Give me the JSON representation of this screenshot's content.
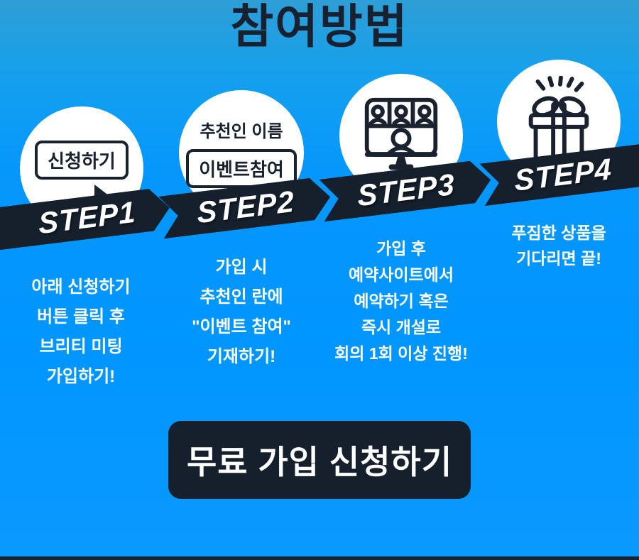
{
  "page": {
    "title": "참여방법"
  },
  "colors": {
    "bg_top": "#2E9ED6",
    "bg": "#0096FF",
    "dark": "#16202D",
    "white": "#FFFFFF"
  },
  "steps": [
    {
      "label": "STEP1",
      "badge": "신청하기",
      "icon": "cursor-icon",
      "desc_lines": [
        "아래 신청하기",
        "버튼 클릭 후",
        "브리티 미팅",
        "가입하기!"
      ]
    },
    {
      "label": "STEP2",
      "caption": "추천인 이름",
      "badge": "이벤트참여",
      "desc_lines": [
        "가입 시",
        "추천인 란에",
        "\"이벤트 참여\"",
        "기재하기!"
      ]
    },
    {
      "label": "STEP3",
      "icon": "video-meeting-icon",
      "desc_lines": [
        "가입 후",
        "예약사이트에서",
        "예약하기 혹은",
        "즉시 개설로",
        "회의 1회 이상 진행!"
      ]
    },
    {
      "label": "STEP4",
      "icon": "gift-icon",
      "desc_lines": [
        "푸짐한 상품을",
        "기다리면 끝!"
      ]
    }
  ],
  "cta": {
    "label": "무료 가입 신청하기"
  }
}
